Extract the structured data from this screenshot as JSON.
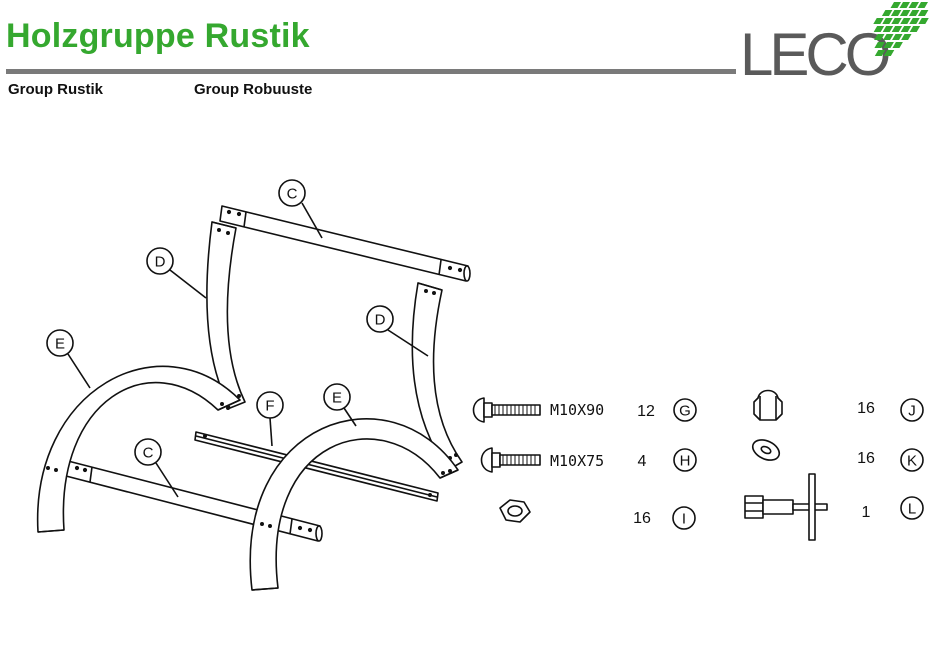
{
  "header": {
    "title": "Holzgruppe Rustik",
    "subtitle_en": "Group Rustik",
    "subtitle_fr": "Group Robuuste",
    "logo_text": "LECO",
    "brand_color": "#35a82f",
    "rule_color": "#7a7a7a"
  },
  "parts": {
    "c_top": "C",
    "c_bottom": "C",
    "d_left": "D",
    "d_right": "D",
    "e_left": "E",
    "e_right": "E",
    "f": "F"
  },
  "hardware": [
    {
      "letter": "G",
      "spec": "M10X90",
      "qty": "12",
      "icon": "carriage-bolt-icon"
    },
    {
      "letter": "H",
      "spec": "M10X75",
      "qty": "4",
      "icon": "carriage-bolt-icon"
    },
    {
      "letter": "I",
      "spec": "",
      "qty": "16",
      "icon": "hex-nut-icon"
    },
    {
      "letter": "J",
      "spec": "",
      "qty": "16",
      "icon": "cap-nut-icon"
    },
    {
      "letter": "K",
      "spec": "",
      "qty": "16",
      "icon": "washer-icon"
    },
    {
      "letter": "L",
      "spec": "",
      "qty": "1",
      "icon": "socket-wrench-icon"
    }
  ]
}
